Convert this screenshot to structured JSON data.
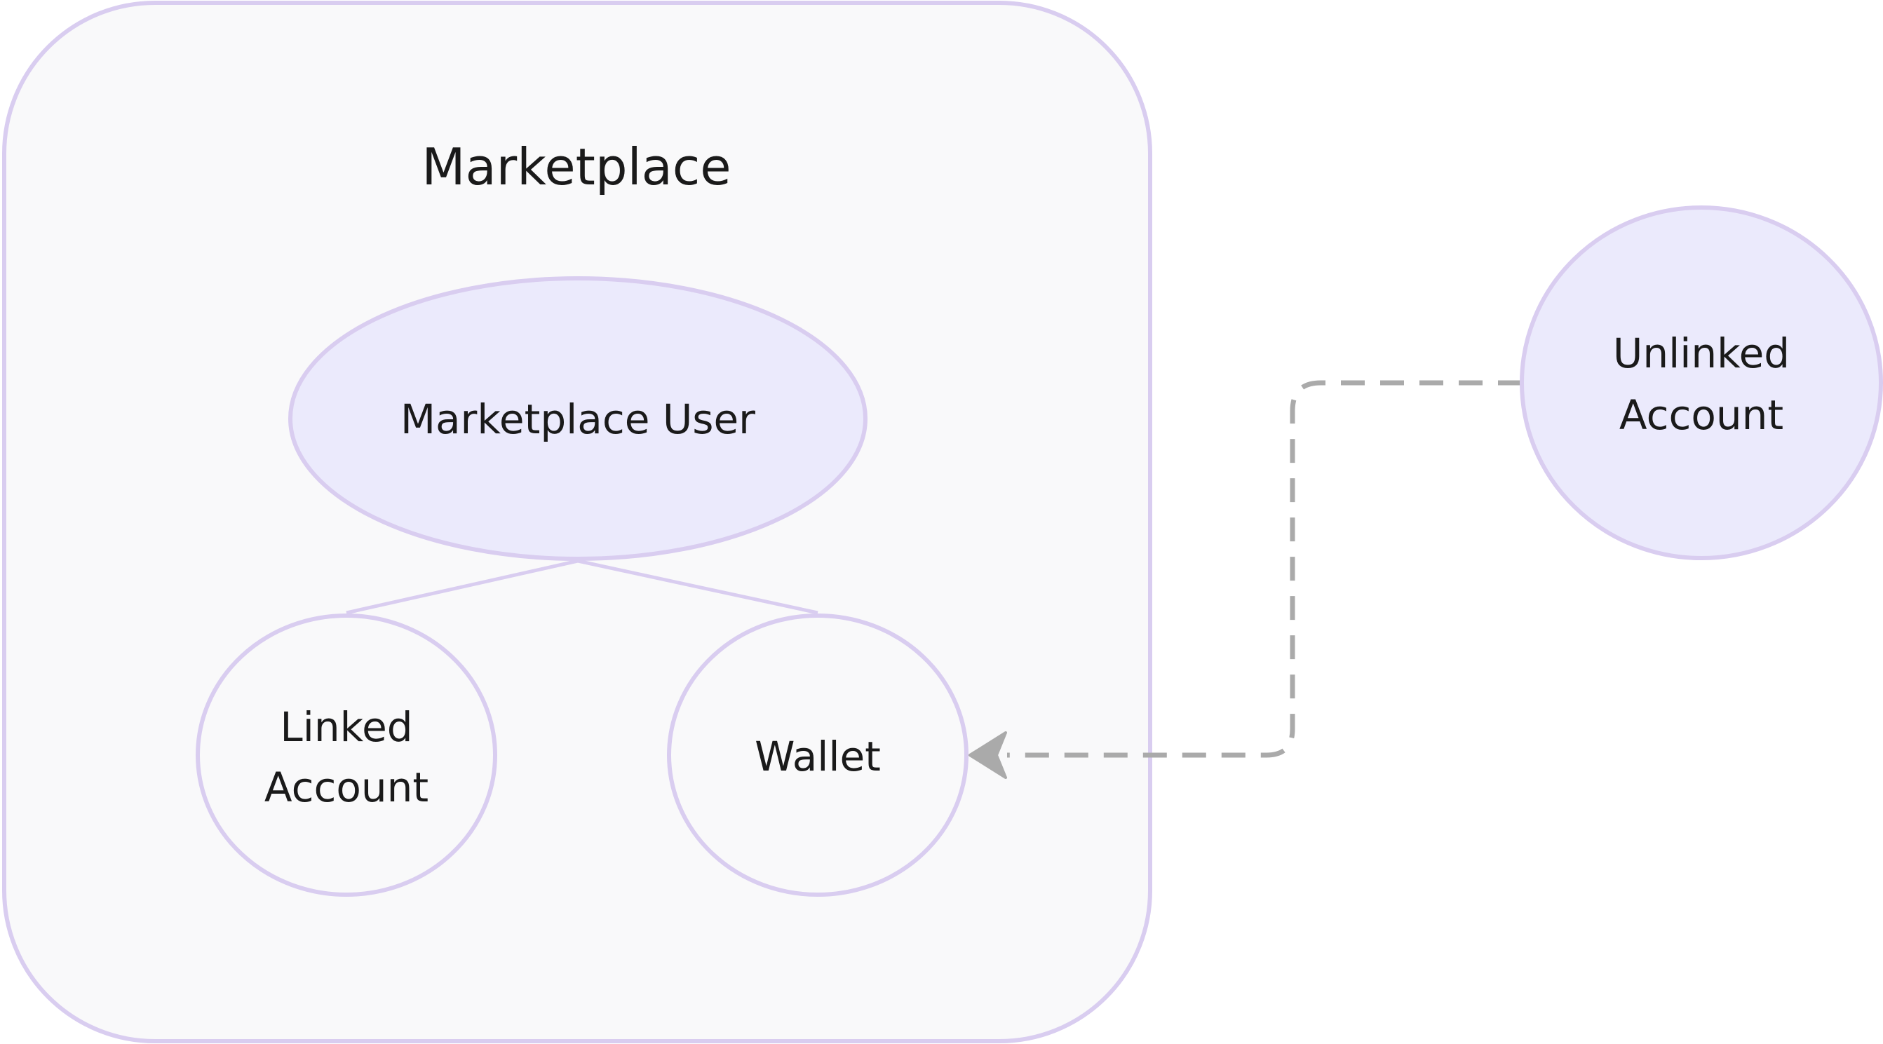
{
  "colors": {
    "node_fill": "#ebeafc",
    "node_stroke": "#d9cdf0",
    "cluster_fill": "#f9f9fa",
    "cluster_stroke": "#d9cdf0",
    "edge_dashed": "#aaaaaa",
    "text": "#1a1a1a"
  },
  "cluster": {
    "title": "Marketplace"
  },
  "nodes": {
    "marketplace_user": {
      "label": "Marketplace User"
    },
    "linked_account": {
      "line1": "Linked",
      "line2": "Account"
    },
    "wallet": {
      "label": "Wallet"
    },
    "unlinked_account": {
      "line1": "Unlinked",
      "line2": "Account"
    }
  },
  "edges": [
    {
      "from": "Marketplace User",
      "to": "Linked Account",
      "style": "solid"
    },
    {
      "from": "Marketplace User",
      "to": "Wallet",
      "style": "solid"
    },
    {
      "from": "Unlinked Account",
      "to": "Wallet",
      "style": "dashed"
    }
  ]
}
